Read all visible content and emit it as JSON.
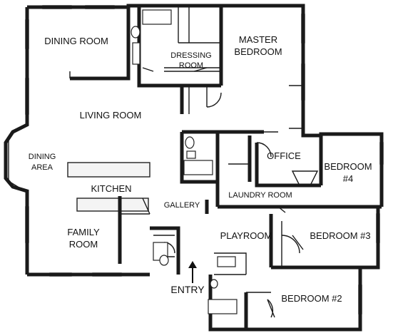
{
  "rooms": {
    "dining_room": "DINING ROOM",
    "master_bedroom_line1": "MASTER",
    "master_bedroom_line2": "BEDROOM",
    "dressing_room_line1": "DRESSING",
    "dressing_room_line2": "ROOM",
    "living_room": "LIVING ROOM",
    "dining_area_line1": "DINING",
    "dining_area_line2": "AREA",
    "kitchen": "KITCHEN",
    "office": "OFFICE",
    "bedroom4_line1": "BEDROOM",
    "bedroom4_line2": "#4",
    "laundry_room": "LAUNDRY ROOM",
    "gallery": "GALLERY",
    "family_room_line1": "FAMILY",
    "family_room_line2": "ROOM",
    "playroom": "PLAYROOM",
    "bedroom3": "BEDROOM #3",
    "entry": "ENTRY",
    "bedroom2": "BEDROOM #2"
  },
  "colors": {
    "wall": "#1a1a1a",
    "background": "#ffffff"
  }
}
